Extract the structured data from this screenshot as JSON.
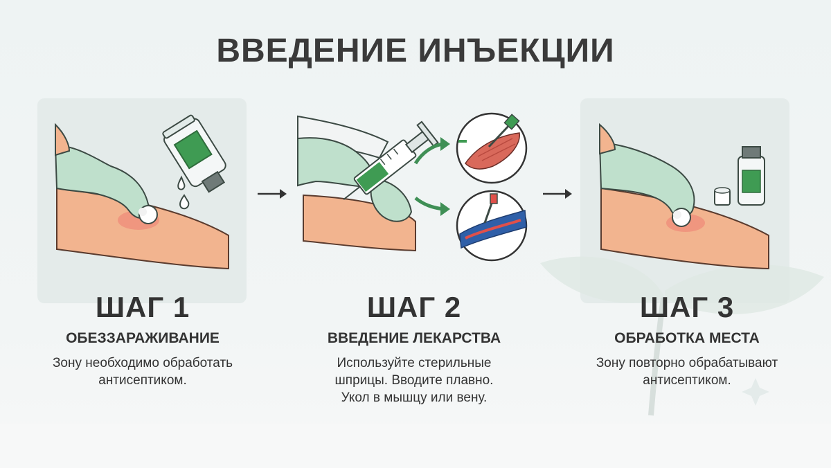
{
  "title": "ВВЕДЕНИЕ ИНЪЕКЦИИ",
  "steps": [
    {
      "heading": "ШАГ 1",
      "subtitle": "ОБЕЗЗАРАЖИВАНИЕ",
      "description": [
        "Зону необходимо обработать",
        "антисептиком."
      ]
    },
    {
      "heading": "ШАГ 2",
      "subtitle": "ВВЕДЕНИЕ ЛЕКАРСТВА",
      "description": [
        "Используйте стерильные",
        "шприцы. Вводите плавно.",
        "Укол в мышцу или вену."
      ]
    },
    {
      "heading": "ШАГ 3",
      "subtitle": "ОБРАБОТКА МЕСТА",
      "description": [
        "Зону повторно обрабатывают",
        "антисептиком."
      ]
    }
  ],
  "icons": [
    "gloved-hand-icon",
    "antiseptic-bottle-icon",
    "cotton-swab-icon",
    "syringe-icon",
    "muscle-icon",
    "vein-icon",
    "vial-icon",
    "arrow-right-icon"
  ],
  "colors": {
    "glove": "#bfe0cc",
    "skin": "#f2b48f",
    "label_green": "#3f9b53",
    "text": "#333333",
    "panel": "#e4ebea"
  }
}
